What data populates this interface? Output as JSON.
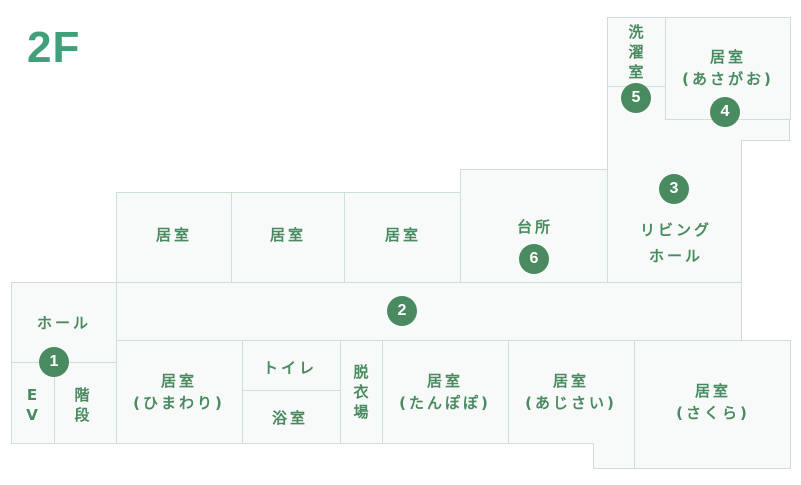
{
  "floor": {
    "label": "2F"
  },
  "colors": {
    "accent": "#3fa07a",
    "badge": "#4a8a60",
    "room_fill": "#f8faf9",
    "wall": "#cde0d2"
  },
  "rooms": {
    "laundry": {
      "label": "洗濯室",
      "badge": "5"
    },
    "asagao": {
      "line1": "居室",
      "line2": "(あさがお)",
      "badge": "4"
    },
    "living_hall": {
      "line1": "リビング",
      "line2": "ホール",
      "badge": "3"
    },
    "room_a": {
      "label": "居室"
    },
    "room_b": {
      "label": "居室"
    },
    "room_c": {
      "label": "居室"
    },
    "kitchen": {
      "label": "台所",
      "badge": "6"
    },
    "corridor": {
      "badge": "2"
    },
    "hall": {
      "label": "ホール",
      "badge": "1"
    },
    "elevator": {
      "label": "EV"
    },
    "stairs": {
      "label": "階段"
    },
    "himawari": {
      "line1": "居室",
      "line2": "(ひまわり)"
    },
    "toilet": {
      "label": "トイレ"
    },
    "bath": {
      "label": "浴室"
    },
    "dressing": {
      "label": "脱衣場"
    },
    "tanpopo": {
      "line1": "居室",
      "line2": "(たんぽぽ)"
    },
    "ajisai": {
      "line1": "居室",
      "line2": "(あじさい)"
    },
    "sakura": {
      "line1": "居室",
      "line2": "(さくら)"
    }
  }
}
